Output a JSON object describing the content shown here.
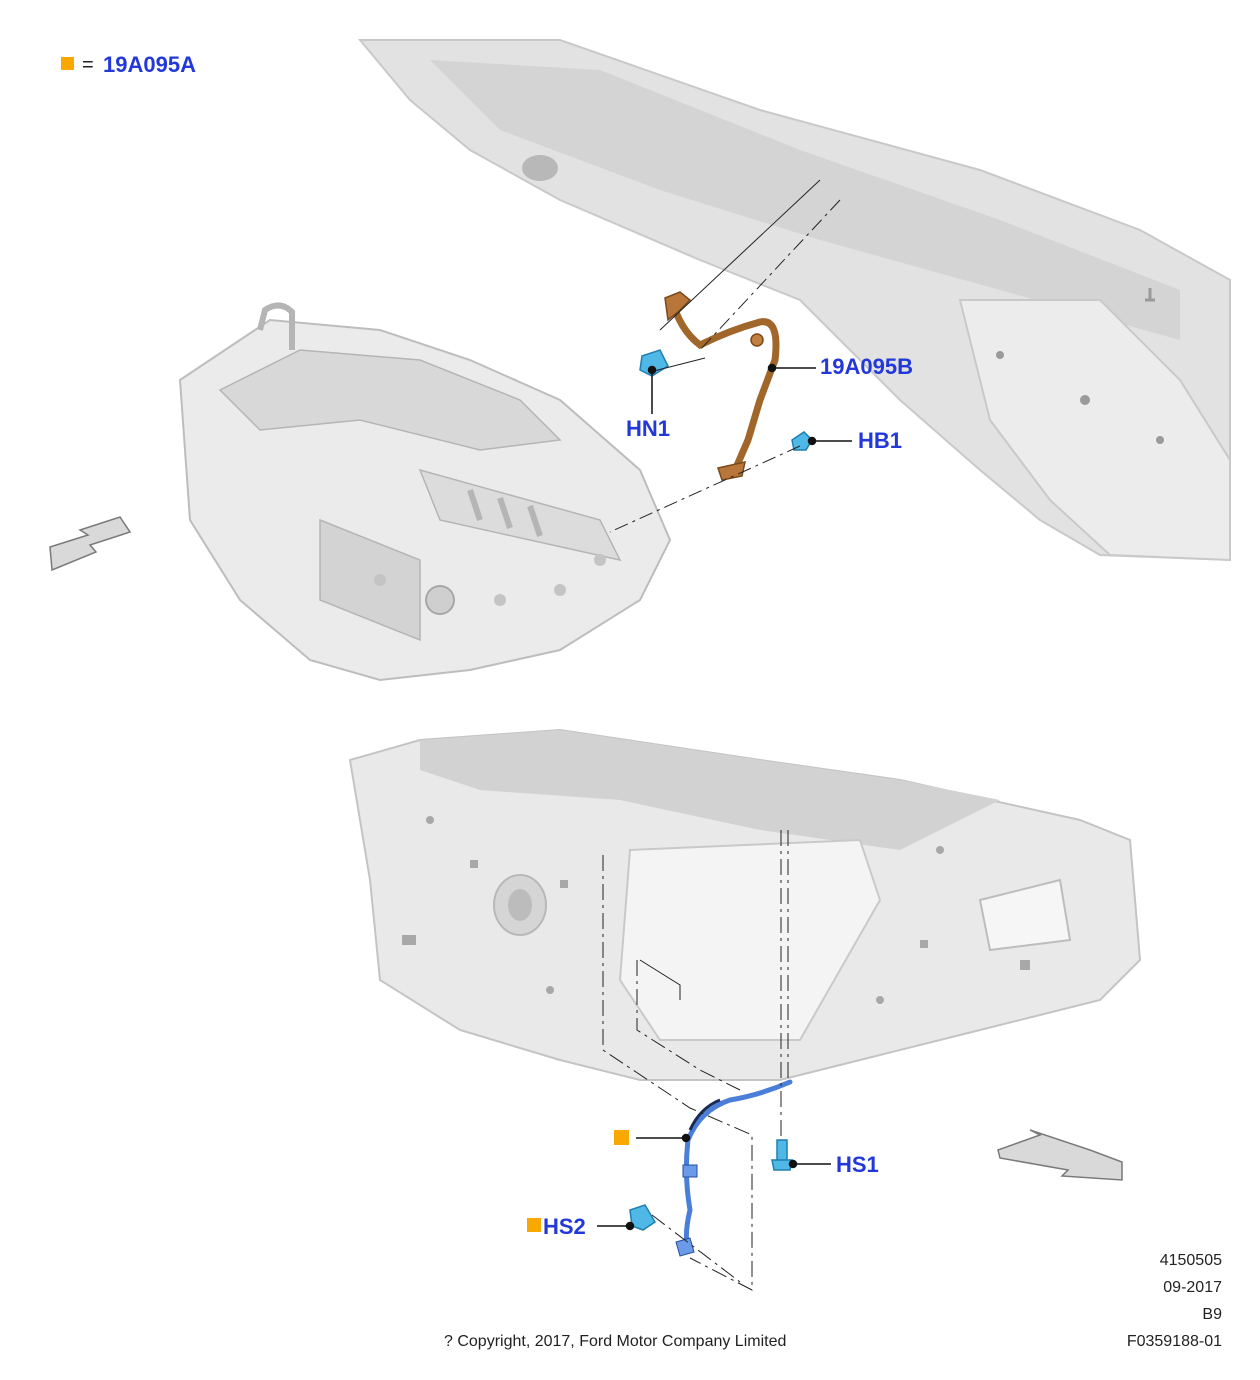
{
  "legend": {
    "equals": "=",
    "part": "19A095A",
    "marker_color": "#f9a800"
  },
  "callouts": {
    "part_19A095B": "19A095B",
    "hn1": "HN1",
    "hb1": "HB1",
    "hs1": "HS1",
    "hs2": "HS2"
  },
  "colors": {
    "callout_text": "#2338d8",
    "fastener": "#4fb8e6",
    "ground_strap_upper": "#a0662a",
    "ground_strap_lower": "#4a7ed8",
    "structure_gray": "#d9d9d9",
    "orange_marker": "#f9a800"
  },
  "icons": {
    "direction_arrow_left": "front-direction-arrow-icon",
    "direction_arrow_right": "front-direction-arrow-icon"
  },
  "footer": {
    "drawing_number": "4150505",
    "date": "09-2017",
    "revision": "B9",
    "figure_id": "F0359188-01",
    "copyright": "? Copyright, 2017, Ford Motor Company Limited"
  }
}
